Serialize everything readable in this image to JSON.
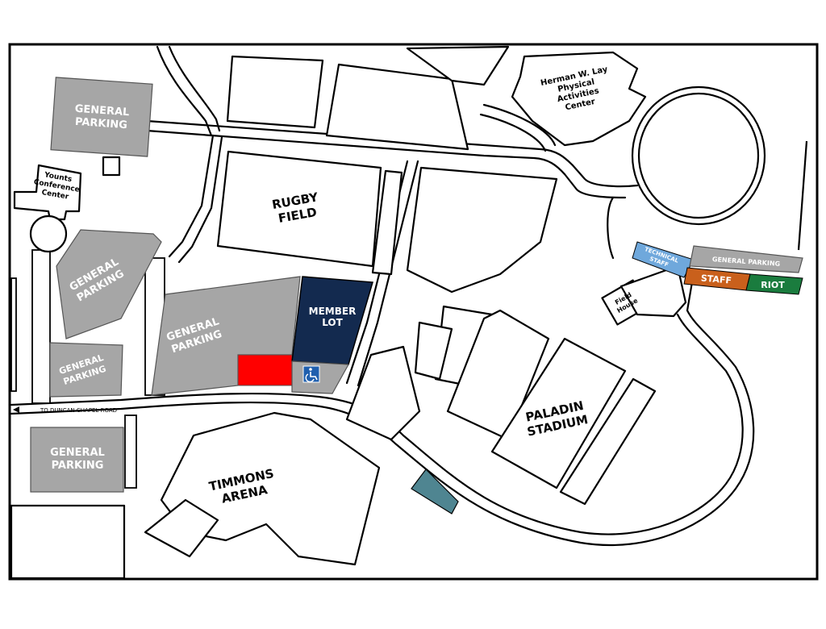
{
  "map": {
    "general_parking_label": "GENERAL PARKING",
    "lots": {
      "general_top_left": [
        "GENERAL",
        "PARKING"
      ],
      "general_left_angled": [
        "GENERAL",
        "PARKING"
      ],
      "general_left_small": [
        "GENERAL",
        "PARKING"
      ],
      "general_bottom_left": [
        "GENERAL",
        "PARKING"
      ],
      "general_center": [
        "GENERAL",
        "PARKING"
      ],
      "member_lot": [
        "MEMBER",
        "LOT"
      ],
      "technical_staff": [
        "TECHNICAL",
        "STAFF"
      ],
      "general_parking_right": "GENERAL PARKING",
      "staff": "STAFF",
      "riot": "RIOT"
    },
    "buildings": {
      "lay_center": [
        "Herman W. Lay",
        "Physical",
        "Activities",
        "Center"
      ],
      "younts": [
        "Younts",
        "Conference",
        "Center"
      ],
      "rugby_field": [
        "RUGBY",
        "FIELD"
      ],
      "field_house": [
        "Field",
        "House"
      ],
      "paladin_stadium": [
        "PALADIN",
        "STADIUM"
      ],
      "timmons_arena": [
        "TIMMONS",
        "ARENA"
      ]
    },
    "road_label": "TO DUNCAN CHAPEL ROAD",
    "colors": {
      "general": "#a6a6a6",
      "member": "#132a4f",
      "accessible_red": "#ff0000",
      "accessible_blue": "#1f5fae",
      "technical_staff": "#6fa8dc",
      "staff": "#c9601c",
      "riot": "#1a7c3e",
      "teal_lot": "#4f8591"
    },
    "icons": [
      "accessible-icon",
      "road-arrow-icon"
    ]
  }
}
